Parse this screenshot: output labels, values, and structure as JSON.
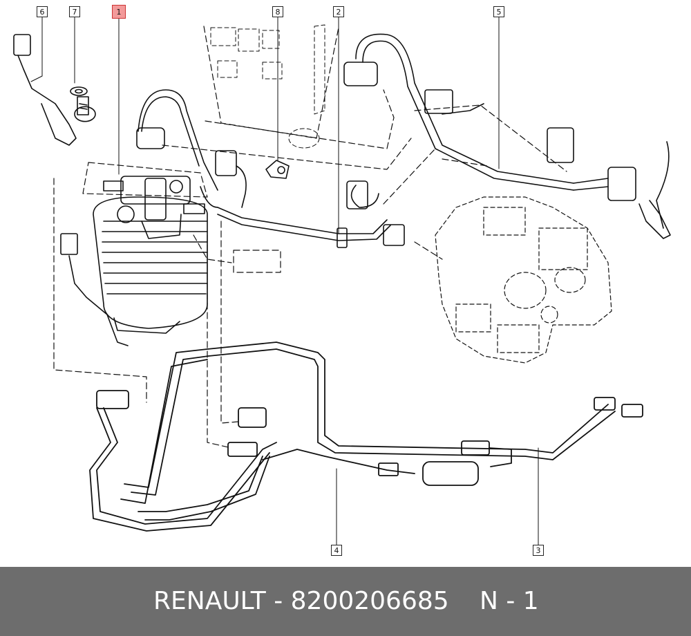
{
  "callouts": {
    "c1": "1",
    "c2": "2",
    "c3": "3",
    "c4": "4",
    "c5": "5",
    "c6": "6",
    "c7": "7",
    "c8": "8"
  },
  "footer": {
    "part_label": "RENAULT - 8200206685",
    "position_label": "N - 1"
  },
  "colors": {
    "highlight": "#f39a9a",
    "footer_bg": "#6d6d6d",
    "line": "#111111"
  }
}
